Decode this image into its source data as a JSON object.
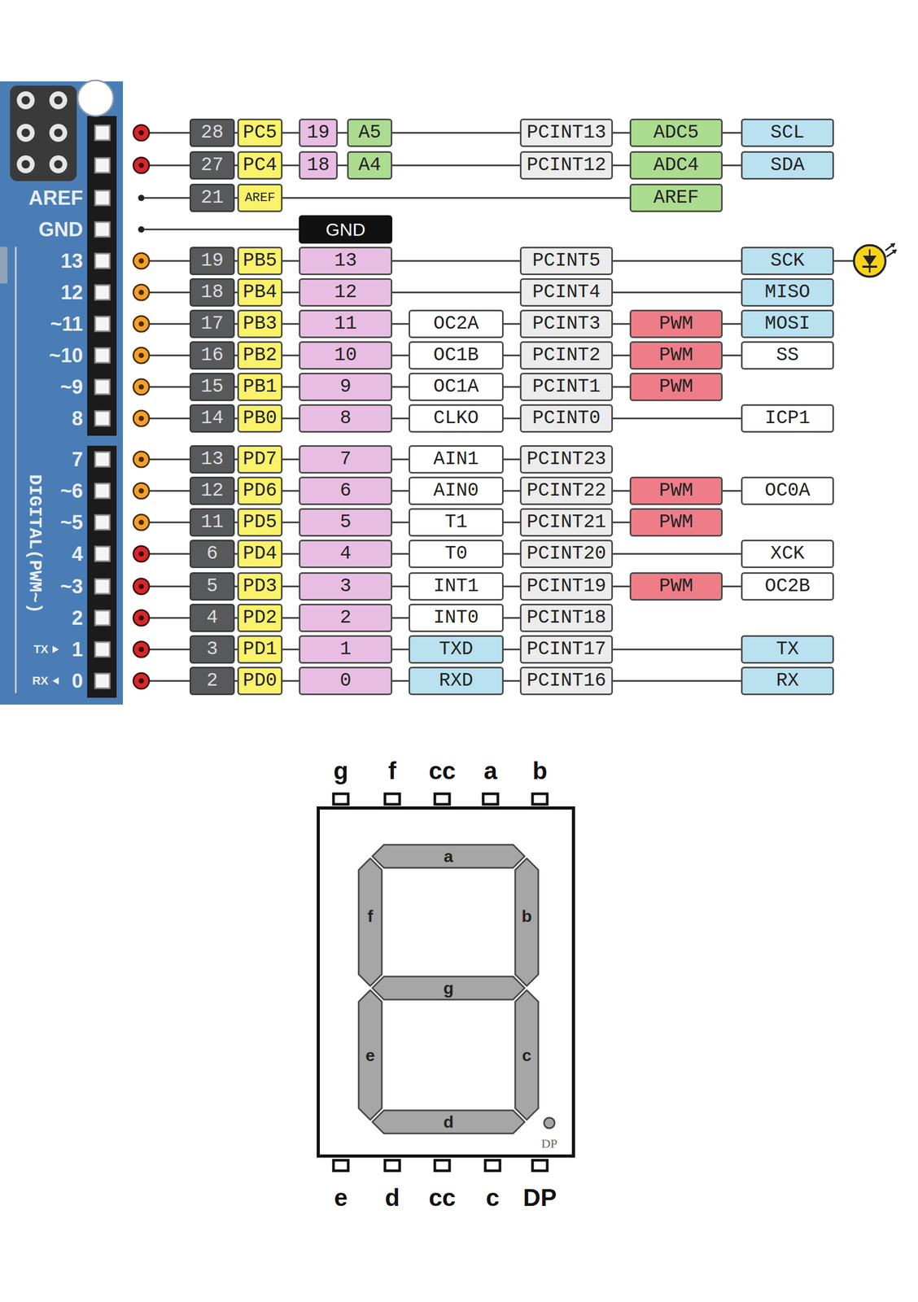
{
  "diagram": {
    "nodes": [
      {
        "text": [
          "28"
        ]
      },
      {
        "text": [
          "PC5"
        ]
      },
      {
        "text": [
          "19"
        ]
      },
      {
        "text": [
          "A5"
        ]
      },
      {
        "text": [
          "PCINT13"
        ]
      },
      {
        "text": [
          "ADC5"
        ]
      },
      {
        "text": [
          "SCL"
        ]
      },
      {
        "text": [
          "27"
        ]
      },
      {
        "text": [
          "PC4"
        ]
      },
      {
        "text": [
          "18"
        ]
      },
      {
        "text": [
          "A4"
        ]
      },
      {
        "text": [
          "PCINT12"
        ]
      },
      {
        "text": [
          "ADC4"
        ]
      },
      {
        "text": [
          "SDA"
        ]
      },
      {
        "text": [
          "21"
        ]
      },
      {
        "text": [
          "AREF"
        ]
      },
      {
        "text": [
          "AREF"
        ]
      },
      {
        "text": [
          "GND"
        ]
      },
      {
        "text": [
          "19"
        ]
      },
      {
        "text": [
          "PB5"
        ]
      },
      {
        "text": [
          "13"
        ]
      },
      {
        "text": [
          "PCINT5"
        ]
      },
      {
        "text": [
          "SCK"
        ]
      },
      {
        "text": [
          "18"
        ]
      },
      {
        "text": [
          "PB4"
        ]
      },
      {
        "text": [
          "12"
        ]
      },
      {
        "text": [
          "PCINT4"
        ]
      },
      {
        "text": [
          "MISO"
        ]
      },
      {
        "text": [
          "17"
        ]
      },
      {
        "text": [
          "PB3"
        ]
      },
      {
        "text": [
          "11"
        ]
      },
      {
        "text": [
          "OC2A"
        ]
      },
      {
        "text": [
          "PCINT3"
        ]
      },
      {
        "text": [
          "PWM"
        ]
      },
      {
        "text": [
          "MOSI"
        ]
      },
      {
        "text": [
          "16"
        ]
      },
      {
        "text": [
          "PB2"
        ]
      },
      {
        "text": [
          "10"
        ]
      },
      {
        "text": [
          "OC1B"
        ]
      },
      {
        "text": [
          "PCINT2"
        ]
      },
      {
        "text": [
          "PWM"
        ]
      },
      {
        "text": [
          "SS"
        ]
      },
      {
        "text": [
          "15"
        ]
      },
      {
        "text": [
          "PB1"
        ]
      },
      {
        "text": [
          "9"
        ]
      },
      {
        "text": [
          "OC1A"
        ]
      },
      {
        "text": [
          "PCINT1"
        ]
      },
      {
        "text": [
          "PWM"
        ]
      },
      {
        "text": [
          "14"
        ]
      },
      {
        "text": [
          "PB0"
        ]
      },
      {
        "text": [
          "8"
        ]
      },
      {
        "text": [
          "CLKO"
        ]
      },
      {
        "text": [
          "PCINT0"
        ]
      },
      {
        "text": [
          "ICP1"
        ]
      },
      {
        "text": [
          "13"
        ]
      },
      {
        "text": [
          "PD7"
        ]
      },
      {
        "text": [
          "7"
        ]
      },
      {
        "text": [
          "AIN1"
        ]
      },
      {
        "text": [
          "PCINT23"
        ]
      },
      {
        "text": [
          "12"
        ]
      },
      {
        "text": [
          "PD6"
        ]
      },
      {
        "text": [
          "6"
        ]
      },
      {
        "text": [
          "AIN0"
        ]
      },
      {
        "text": [
          "PCINT22"
        ]
      },
      {
        "text": [
          "PWM"
        ]
      },
      {
        "text": [
          "OC0A"
        ]
      },
      {
        "text": [
          "11"
        ]
      },
      {
        "text": [
          "PD5"
        ]
      },
      {
        "text": [
          "5"
        ]
      },
      {
        "text": [
          "T1"
        ]
      },
      {
        "text": [
          "PCINT21"
        ]
      },
      {
        "text": [
          "PWM"
        ]
      },
      {
        "text": [
          "6"
        ]
      },
      {
        "text": [
          "PD4"
        ]
      },
      {
        "text": [
          "4"
        ]
      },
      {
        "text": [
          "T0"
        ]
      },
      {
        "text": [
          "PCINT20"
        ]
      },
      {
        "text": [
          "XCK"
        ]
      },
      {
        "text": [
          "5"
        ]
      },
      {
        "text": [
          "PD3"
        ]
      },
      {
        "text": [
          "3"
        ]
      },
      {
        "text": [
          "INT1"
        ]
      },
      {
        "text": [
          "PCINT19"
        ]
      },
      {
        "text": [
          "PWM"
        ]
      },
      {
        "text": [
          "OC2B"
        ]
      },
      {
        "text": [
          "4"
        ]
      },
      {
        "text": [
          "PD2"
        ]
      },
      {
        "text": [
          "2"
        ]
      },
      {
        "text": [
          "INT0"
        ]
      },
      {
        "text": [
          "PCINT18"
        ]
      },
      {
        "text": [
          "3"
        ]
      },
      {
        "text": [
          "PD1"
        ]
      },
      {
        "text": [
          "1"
        ]
      },
      {
        "text": [
          "TXD"
        ]
      },
      {
        "text": [
          "PCINT17"
        ]
      },
      {
        "text": [
          "TX"
        ]
      },
      {
        "text": [
          "2"
        ]
      },
      {
        "text": [
          "PD0"
        ]
      },
      {
        "text": [
          "0"
        ]
      },
      {
        "text": [
          "RXD"
        ]
      },
      {
        "text": [
          "PCINT16"
        ]
      },
      {
        "text": [
          "RX"
        ]
      }
    ],
    "edges": [
      {
        "from": 0,
        "to": 1,
        "arrow": "none"
      },
      {
        "from": 1,
        "to": 2,
        "arrow": "none"
      },
      {
        "from": 2,
        "to": 3,
        "arrow": "none"
      },
      {
        "from": 3,
        "to": 4,
        "arrow": "none"
      },
      {
        "from": 4,
        "to": 5,
        "arrow": "none"
      },
      {
        "from": 5,
        "to": 6,
        "arrow": "none"
      },
      {
        "from": 7,
        "to": 8,
        "arrow": "none"
      },
      {
        "from": 8,
        "to": 9,
        "arrow": "none"
      },
      {
        "from": 9,
        "to": 10,
        "arrow": "none"
      },
      {
        "from": 10,
        "to": 11,
        "arrow": "none"
      },
      {
        "from": 11,
        "to": 12,
        "arrow": "none"
      },
      {
        "from": 12,
        "to": 13,
        "arrow": "none"
      },
      {
        "from": 14,
        "to": 15,
        "arrow": "none"
      },
      {
        "from": 15,
        "to": 16,
        "arrow": "none"
      },
      {
        "from": 18,
        "to": 19,
        "arrow": "none"
      },
      {
        "from": 19,
        "to": 20,
        "arrow": "none"
      },
      {
        "from": 20,
        "to": 21,
        "arrow": "none"
      },
      {
        "from": 21,
        "to": 22,
        "arrow": "none"
      },
      {
        "from": 23,
        "to": 24,
        "arrow": "none"
      },
      {
        "from": 24,
        "to": 25,
        "arrow": "none"
      },
      {
        "from": 25,
        "to": 26,
        "arrow": "none"
      },
      {
        "from": 26,
        "to": 27,
        "arrow": "none"
      },
      {
        "from": 28,
        "to": 29,
        "arrow": "none"
      },
      {
        "from": 29,
        "to": 30,
        "arrow": "none"
      },
      {
        "from": 30,
        "to": 31,
        "arrow": "none"
      },
      {
        "from": 31,
        "to": 32,
        "arrow": "none"
      },
      {
        "from": 32,
        "to": 33,
        "arrow": "none"
      },
      {
        "from": 33,
        "to": 34,
        "arrow": "none"
      },
      {
        "from": 35,
        "to": 36,
        "arrow": "none"
      },
      {
        "from": 36,
        "to": 37,
        "arrow": "none"
      },
      {
        "from": 37,
        "to": 38,
        "arrow": "none"
      },
      {
        "from": 38,
        "to": 39,
        "arrow": "none"
      },
      {
        "from": 39,
        "to": 40,
        "arrow": "none"
      },
      {
        "from": 40,
        "to": 41,
        "arrow": "none"
      },
      {
        "from": 42,
        "to": 43,
        "arrow": "none"
      },
      {
        "from": 43,
        "to": 44,
        "arrow": "none"
      },
      {
        "from": 44,
        "to": 45,
        "arrow": "none"
      },
      {
        "from": 45,
        "to": 46,
        "arrow": "none"
      },
      {
        "from": 46,
        "to": 47,
        "arrow": "none"
      },
      {
        "from": 48,
        "to": 49,
        "arrow": "none"
      },
      {
        "from": 49,
        "to": 50,
        "arrow": "none"
      },
      {
        "from": 50,
        "to": 51,
        "arrow": "none"
      },
      {
        "from": 51,
        "to": 52,
        "arrow": "none"
      },
      {
        "from": 52,
        "to": 53,
        "arrow": "none"
      },
      {
        "from": 54,
        "to": 55,
        "arrow": "none"
      },
      {
        "from": 55,
        "to": 56,
        "arrow": "none"
      },
      {
        "from": 56,
        "to": 57,
        "arrow": "none"
      },
      {
        "from": 57,
        "to": 58,
        "arrow": "none"
      },
      {
        "from": 59,
        "to": 60,
        "arrow": "none"
      },
      {
        "from": 60,
        "to": 61,
        "arrow": "none"
      },
      {
        "from": 61,
        "to": 62,
        "arrow": "none"
      },
      {
        "from": 62,
        "to": 63,
        "arrow": "none"
      },
      {
        "from": 63,
        "to": 64,
        "arrow": "none"
      },
      {
        "from": 64,
        "to": 65,
        "arrow": "none"
      },
      {
        "from": 66,
        "to": 67,
        "arrow": "none"
      },
      {
        "from": 67,
        "to": 68,
        "arrow": "none"
      },
      {
        "from": 68,
        "to": 69,
        "arrow": "none"
      },
      {
        "from": 69,
        "to": 70,
        "arrow": "none"
      },
      {
        "from": 70,
        "to": 71,
        "arrow": "none"
      },
      {
        "from": 72,
        "to": 73,
        "arrow": "none"
      },
      {
        "from": 73,
        "to": 74,
        "arrow": "none"
      },
      {
        "from": 74,
        "to": 75,
        "arrow": "none"
      },
      {
        "from": 75,
        "to": 76,
        "arrow": "none"
      },
      {
        "from": 76,
        "to": 77,
        "arrow": "none"
      },
      {
        "from": 78,
        "to": 79,
        "arrow": "none"
      },
      {
        "from": 79,
        "to": 80,
        "arrow": "none"
      },
      {
        "from": 80,
        "to": 81,
        "arrow": "none"
      },
      {
        "from": 81,
        "to": 82,
        "arrow": "none"
      },
      {
        "from": 82,
        "to": 83,
        "arrow": "none"
      },
      {
        "from": 83,
        "to": 84,
        "arrow": "none"
      },
      {
        "from": 85,
        "to": 86,
        "arrow": "none"
      },
      {
        "from": 86,
        "to": 87,
        "arrow": "none"
      },
      {
        "from": 87,
        "to": 88,
        "arrow": "none"
      },
      {
        "from": 88,
        "to": 89,
        "arrow": "none"
      },
      {
        "from": 90,
        "to": 91,
        "arrow": "none"
      },
      {
        "from": 91,
        "to": 92,
        "arrow": "none"
      },
      {
        "from": 92,
        "to": 93,
        "arrow": "none"
      },
      {
        "from": 93,
        "to": 94,
        "arrow": "none"
      },
      {
        "from": 94,
        "to": 95,
        "arrow": "none"
      },
      {
        "from": 96,
        "to": 97,
        "arrow": "none"
      },
      {
        "from": 97,
        "to": 98,
        "arrow": "none"
      },
      {
        "from": 98,
        "to": 99,
        "arrow": "none"
      },
      {
        "from": 99,
        "to": 100,
        "arrow": "none"
      },
      {
        "from": 100,
        "to": 101,
        "arrow": "none"
      }
    ],
    "labels": [
      "AREF",
      "GND",
      "13",
      "12",
      "~11",
      "~10",
      "~9",
      "8",
      "7",
      "~6",
      "~5",
      "4",
      "~3",
      "2",
      "TX",
      "1",
      "RX",
      "0",
      "DIGITAL(PWM~)",
      "g",
      "f",
      "cc",
      "a",
      "b",
      "e",
      "d",
      "cc",
      "c",
      "DP",
      "a",
      "f",
      "b",
      "g",
      "e",
      "c",
      "d",
      "DP"
    ]
  }
}
